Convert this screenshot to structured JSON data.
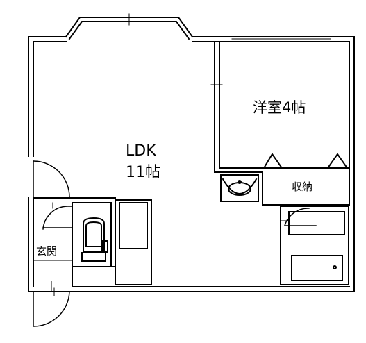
{
  "rooms": {
    "ldk_name": "LDK",
    "ldk_size": "11帖",
    "western": "洋室4帖",
    "storage": "収納",
    "entrance": "玄関"
  },
  "colors": {
    "line": "#000000",
    "background": "#ffffff"
  }
}
